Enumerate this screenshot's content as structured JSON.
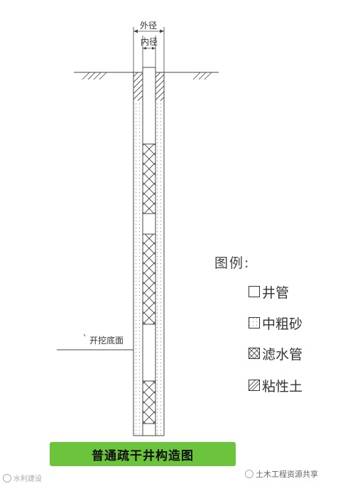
{
  "dimension_labels": {
    "outer_diameter": "外径",
    "inner_diameter": "内径"
  },
  "legend": {
    "title": "图例:",
    "items": [
      {
        "key": "well-pipe",
        "pattern": "blank",
        "label": "井管"
      },
      {
        "key": "sand",
        "pattern": "dots",
        "label": "中粗砂"
      },
      {
        "key": "filter",
        "pattern": "crosshatch",
        "label": "滤水管"
      },
      {
        "key": "clay",
        "pattern": "diagonal",
        "label": "粘性土"
      }
    ]
  },
  "excavation_label": "开挖底面",
  "title": "普通疏干井构造图",
  "watermarks": {
    "left": "水利建设",
    "right": "土木工程资源共享"
  },
  "colors": {
    "banner": "#6cc43c",
    "line": "#444444"
  }
}
